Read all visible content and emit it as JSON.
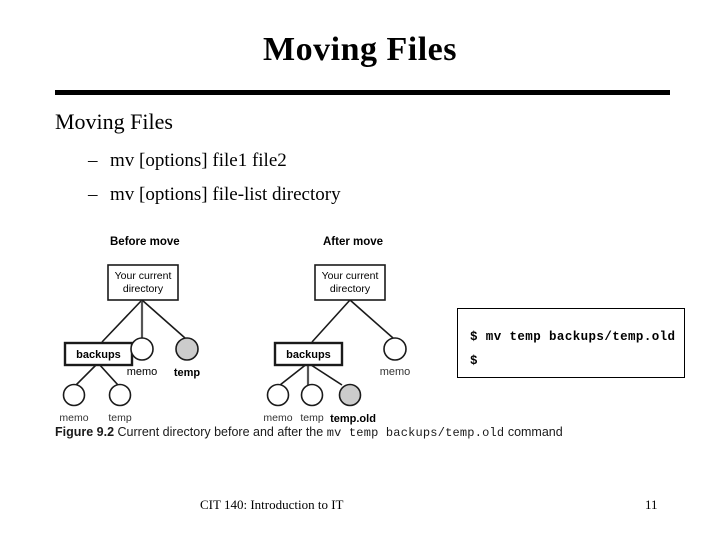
{
  "slide": {
    "title": "Moving Files",
    "body_heading": "Moving Files",
    "bullets": [
      {
        "dash": "–",
        "text": "mv [options] file1 file2"
      },
      {
        "dash": "–",
        "text": "mv [options] file-list directory"
      }
    ]
  },
  "figure": {
    "caption_label": "Figure 9.2",
    "caption_text_before": "Current directory before and after the",
    "caption_command": "mv temp backups/temp.old",
    "caption_text_after": "command",
    "panels": [
      {
        "heading": "Before move",
        "root_line1": "Your current",
        "root_line2": "directory",
        "folder": "backups",
        "children": [
          "memo",
          "temp"
        ],
        "highlight": "temp",
        "sub_children": [
          "memo",
          "temp"
        ]
      },
      {
        "heading": "After move",
        "root_line1": "Your current",
        "root_line2": "directory",
        "folder": "backups",
        "children": [
          "memo"
        ],
        "highlight": "temp.old",
        "sub_children": [
          "memo",
          "temp",
          "temp.old"
        ]
      }
    ],
    "colors": {
      "node_fill": "#ffffff",
      "highlight_fill": "#cccccc",
      "stroke": "#1a1a1a"
    }
  },
  "terminal": {
    "line1": "$ mv temp backups/temp.old",
    "line2": "$"
  },
  "footer": {
    "course": "CIT 140: Introduction to IT",
    "page_number": "11"
  }
}
